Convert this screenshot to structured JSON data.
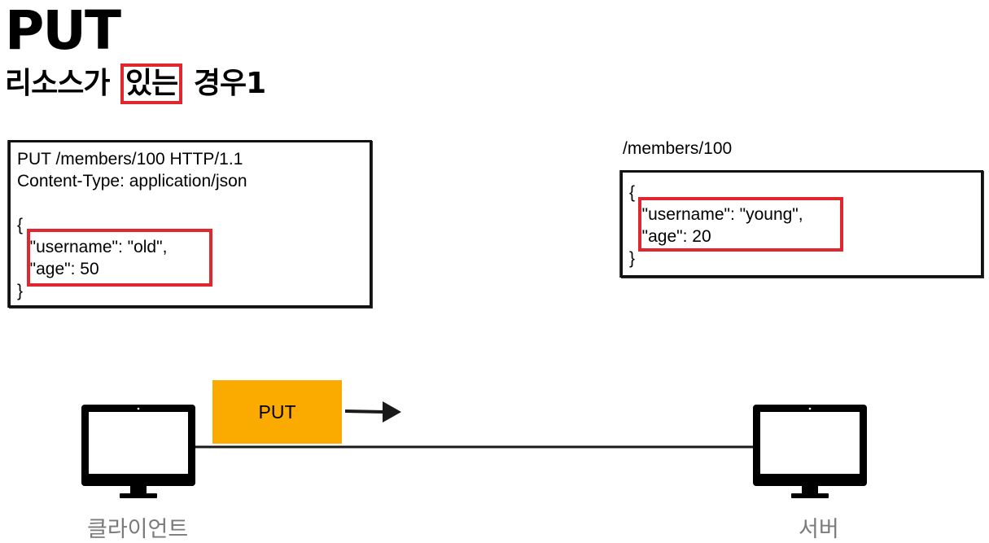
{
  "title": "PUT",
  "subtitle": {
    "before": "리소스가",
    "highlight": "있는",
    "after": "경우1"
  },
  "request": {
    "lines": [
      "PUT /members/100 HTTP/1.1",
      "Content-Type: application/json",
      "",
      "{",
      "  \"username\": \"old\",",
      "  \"age\": 50",
      "}"
    ]
  },
  "resource": {
    "path": "/members/100",
    "lines": [
      "{",
      "  \"username\": \"young\",",
      "  \"age\": 20",
      "}"
    ]
  },
  "method_badge": "PUT",
  "client_label": "클라이언트",
  "server_label": "서버",
  "colors": {
    "highlight": "#e0262e",
    "badge": "#fbab00",
    "label_gray": "#7a7a7a"
  }
}
